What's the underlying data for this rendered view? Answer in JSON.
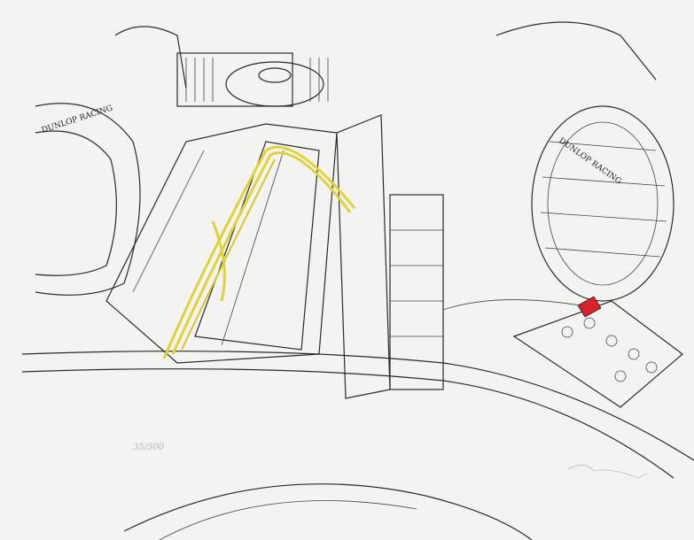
{
  "artwork": {
    "tire_left_label": "DUNLOP RACING",
    "tire_right_label": "DUNLOP RACING",
    "edition_number": "35/500",
    "signature": "artist signature",
    "colors": {
      "paper": "#f3f3f1",
      "ink": "#2a2a2a",
      "ignition_leads": "#e2d23a",
      "battery_terminal": "#d8232a",
      "pencil": "#b9b9b9"
    }
  }
}
